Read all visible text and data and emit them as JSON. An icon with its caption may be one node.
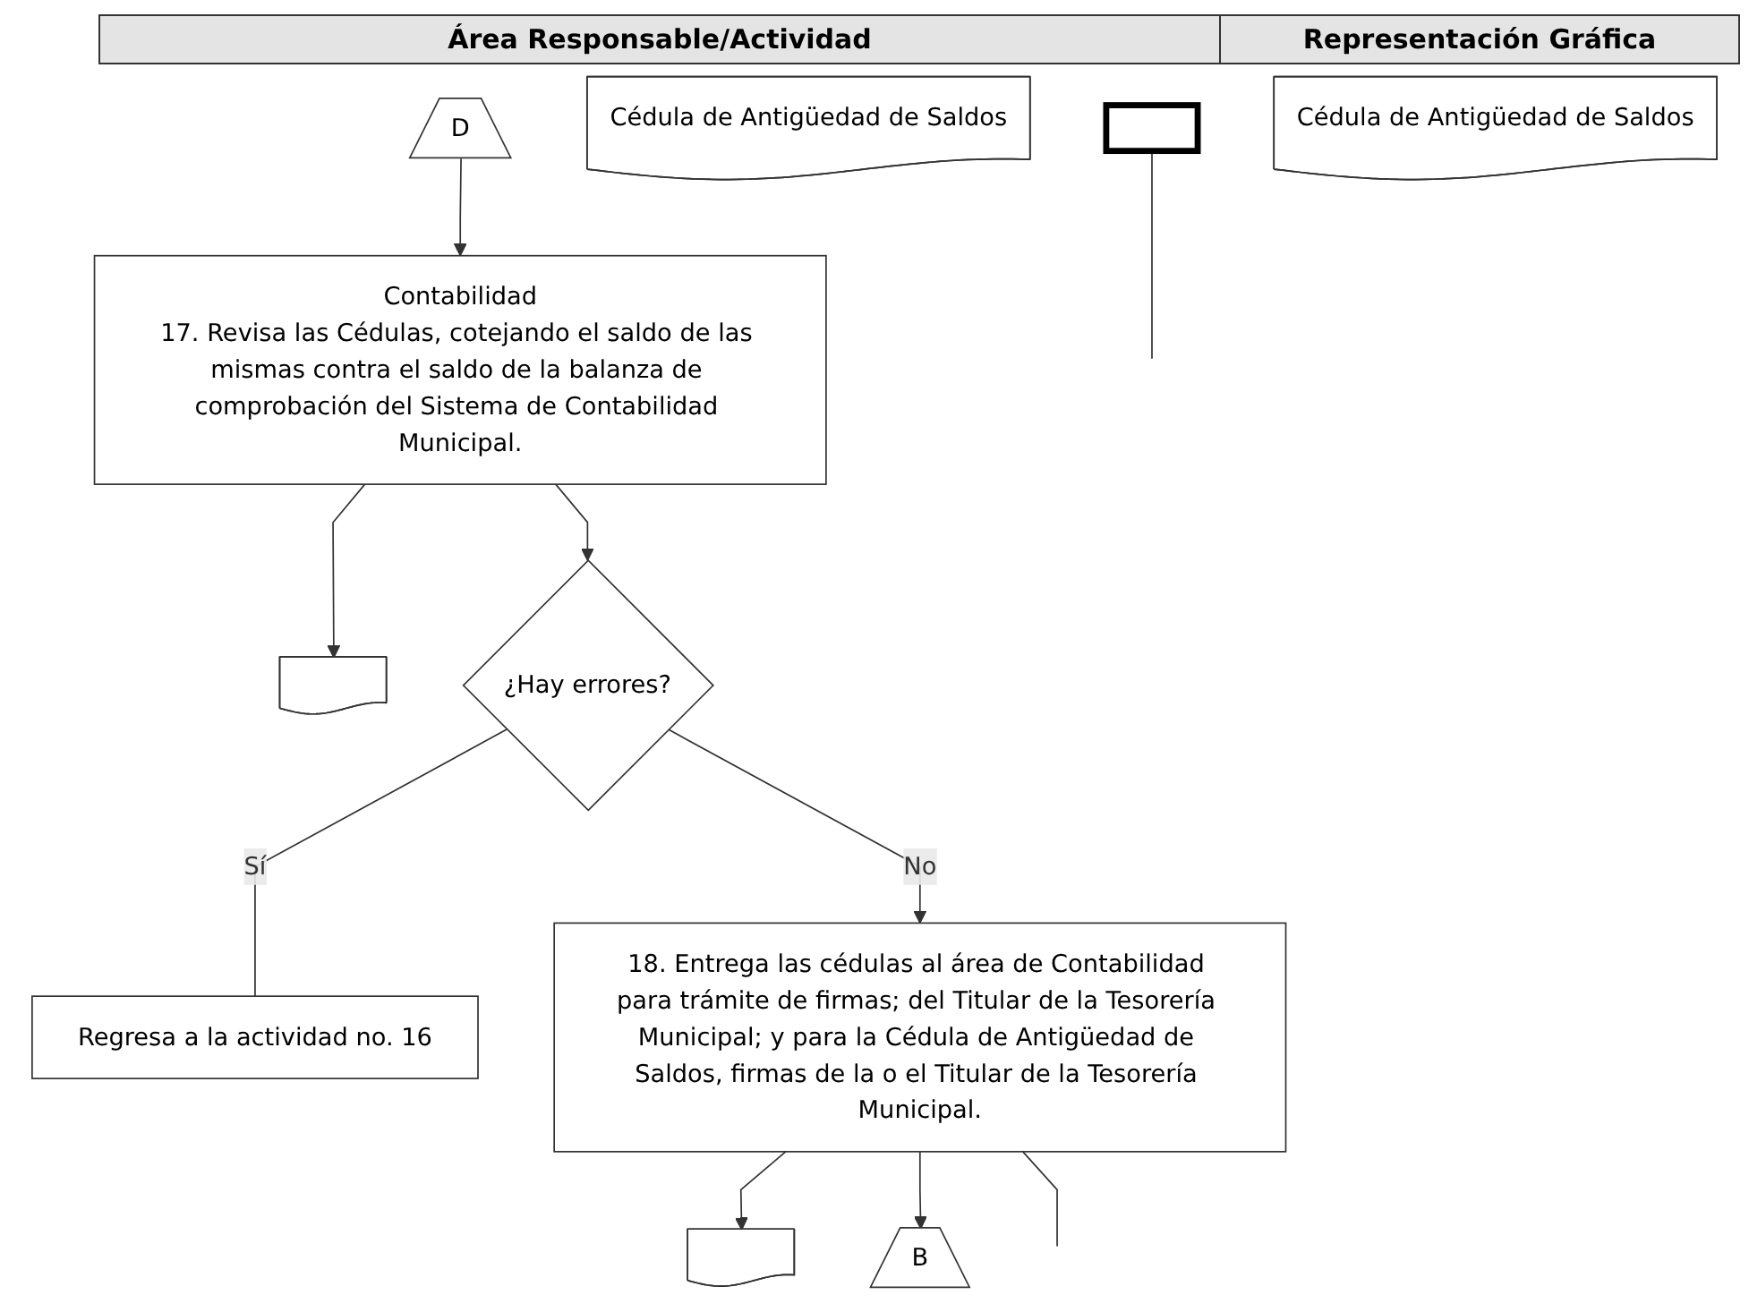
{
  "diagram": {
    "nodes": [
      {
        "text": [
          "D"
        ]
      },
      {
        "text": [
          "Contabilidad",
          "17. Revisa las Cédulas, cotejando el saldo de las mismas contra el saldo de la balanza de comprobación del Sistema de Contabilidad Municipal."
        ]
      },
      {
        "text": [],
        "shape": "document"
      },
      {
        "text": [
          "Cédula de Antigüedad de Saldos"
        ]
      },
      {
        "text": [],
        "shape": "box"
      },
      {
        "text": [
          "¿Hay errores?"
        ]
      },
      {
        "text": [
          "Regresa a la actividad no. 16"
        ]
      },
      {
        "text": [
          "18. Entrega las cédulas al área de Contabilidad para trámite de firmas; del Titular de la Tesorería Municipal; y para la Cédula de Antigüedad de Saldos, firmas de la o el Titular de la Tesorería Municipal."
        ]
      },
      {
        "text": [],
        "shape": "document"
      },
      {
        "text": [
          "Cédula de Antigüedad de Saldos"
        ]
      },
      {
        "text": [
          "B"
        ]
      }
    ],
    "edges": [
      {
        "from": 0,
        "to": 1,
        "arrow": "to"
      },
      {
        "from": 1,
        "to": 2,
        "arrow": "to"
      },
      {
        "from": 4,
        "to": null,
        "arrow": "none"
      },
      {
        "from": 1,
        "to": 5,
        "arrow": "to"
      },
      {
        "from": 5,
        "to": 6,
        "label": "Sí",
        "arrow": "none"
      },
      {
        "from": 5,
        "to": 7,
        "label": "No",
        "arrow": "to"
      },
      {
        "from": 7,
        "to": 8,
        "arrow": "to"
      },
      {
        "from": 7,
        "to": 10,
        "arrow": "to"
      },
      {
        "from": 7,
        "to": null,
        "arrow": "none"
      }
    ],
    "labels": [
      "Área Responsable/Actividad",
      "Representación Gráfica"
    ]
  }
}
